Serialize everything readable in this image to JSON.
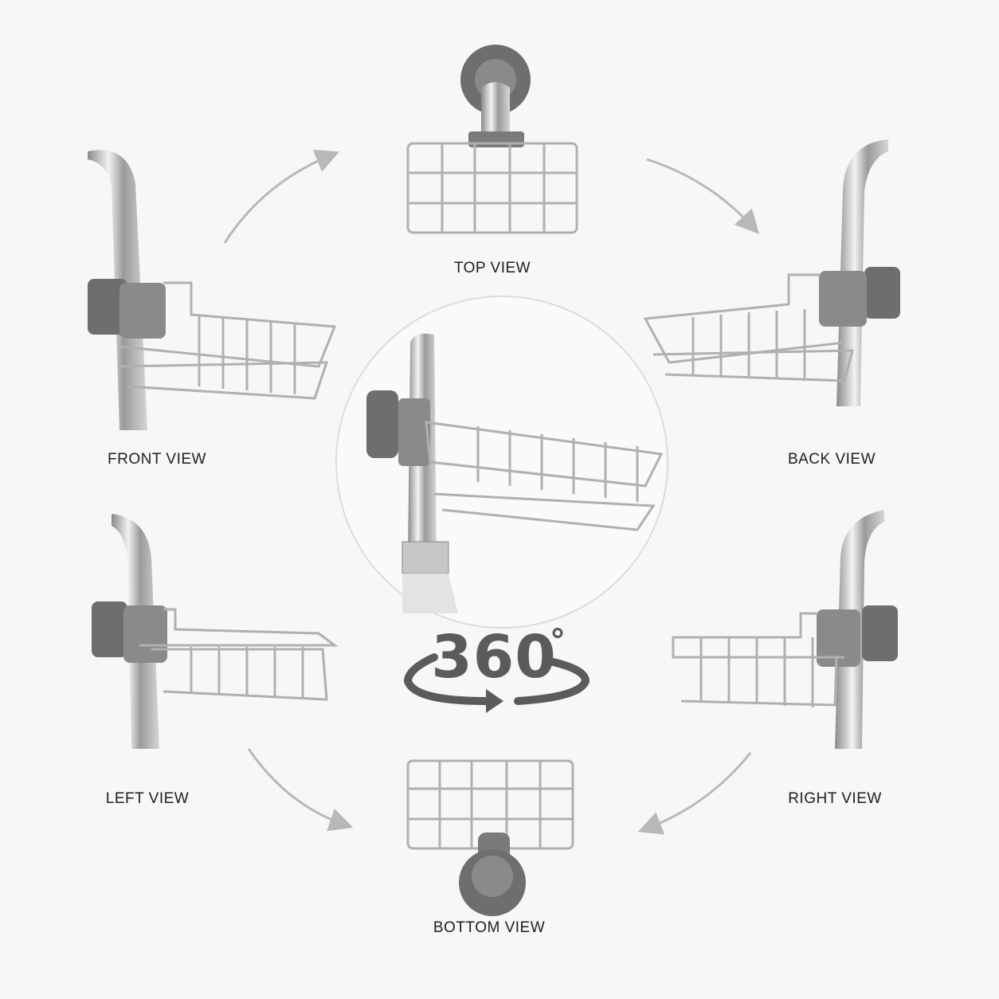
{
  "views": {
    "top": "TOP VIEW",
    "front": "FRONT VIEW",
    "back": "BACK VIEW",
    "left": "LEFT VIEW",
    "right": "RIGHT VIEW",
    "bottom": "BOTTOM VIEW"
  },
  "rotation_badge": {
    "number": "360",
    "symbol": "°"
  },
  "colors": {
    "metal": "#b9b9b9",
    "clamp": "#6e6e6e",
    "arrow": "#b8b8b8",
    "badge": "#5b5b5b",
    "background": "#f7f7f7"
  }
}
